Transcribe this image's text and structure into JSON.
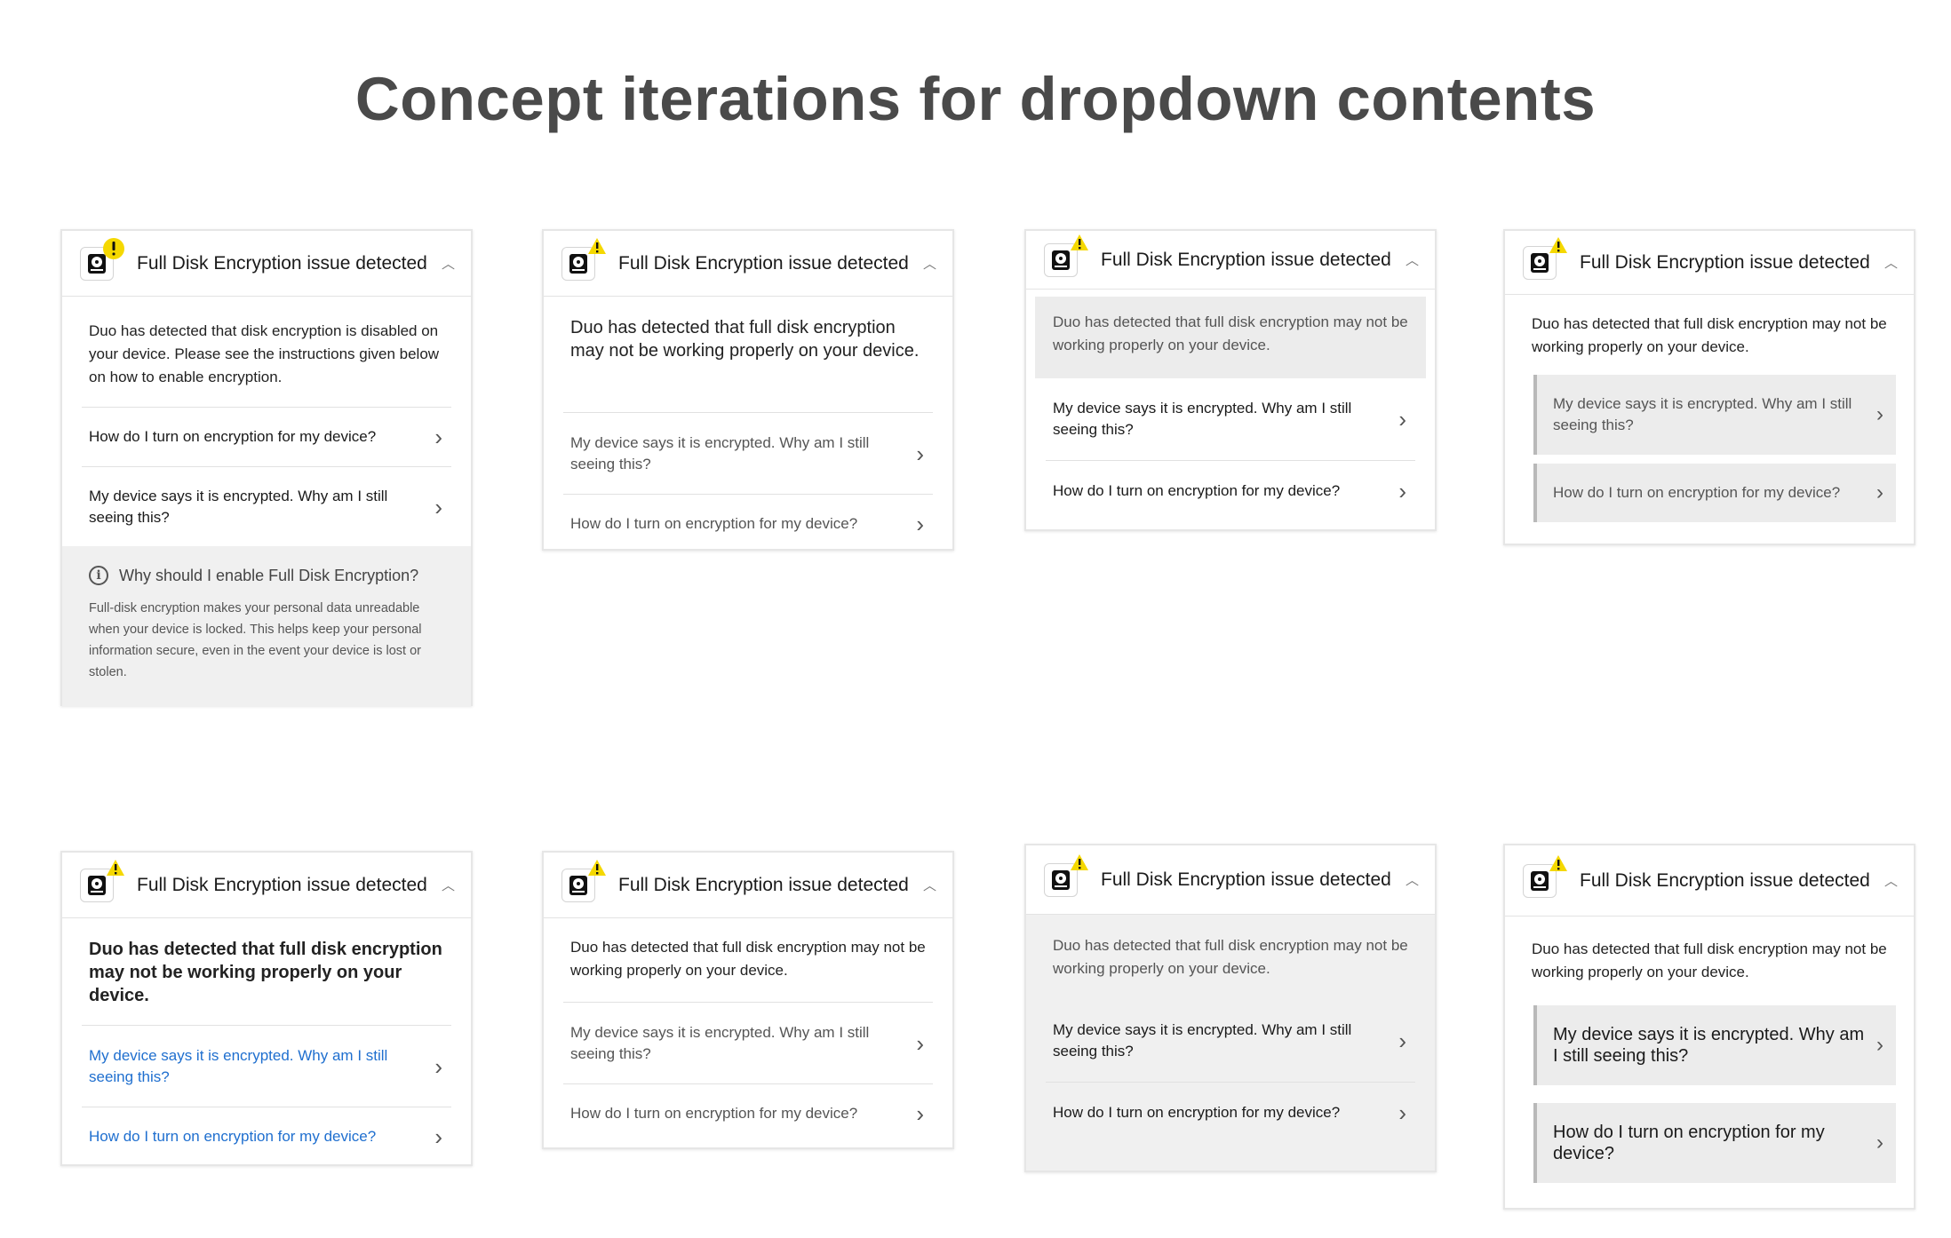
{
  "page": {
    "title": "Concept iterations for dropdown contents"
  },
  "card_header": {
    "title": "Full Disk Encryption issue detected"
  },
  "icons": {
    "header": "hard-disk-icon",
    "badge": "warning-icon",
    "expand": "chevron-up-icon",
    "row": "chevron-right-icon",
    "info": "info-icon"
  },
  "colors": {
    "warning": "#f5d800",
    "link": "#1f6fcf",
    "grey_box": "#ececec"
  },
  "cards": [
    {
      "message": "Duo has detected that disk encryption is disabled on your device. Please see the instructions given below on how to enable encryption.",
      "rows": [
        "How do I turn on encryption for my device?",
        "My device says it is encrypted. Why am I still seeing this?"
      ],
      "info_title": "Why should I enable Full Disk Encryption?",
      "info_text": "Full-disk encryption makes your personal data unreadable when your device is locked. This helps keep your personal information secure, even in the event your device is lost or stolen."
    },
    {
      "message": "Duo has detected that full disk encryption may not be working properly on your device.",
      "rows": [
        "My device says it is encrypted. Why am I still seeing this?",
        "How do I turn on encryption for my device?"
      ]
    },
    {
      "message": "Duo has detected that full disk encryption may not be working properly on your device.",
      "rows": [
        "My device says it is encrypted. Why am I still seeing this?",
        "How do I turn on encryption for my device?"
      ]
    },
    {
      "message": "Duo has detected that full disk encryption may not be working properly on your device.",
      "rows": [
        "My device says it is encrypted. Why am I still seeing this?",
        "How do I turn on encryption for my device?"
      ]
    },
    {
      "message": "Duo has detected that full disk encryption may not be working properly on your device.",
      "rows": [
        "My device says it is encrypted. Why am I still seeing this?",
        "How do I turn on encryption for my device?"
      ]
    },
    {
      "message": "Duo has detected that full disk encryption may not be working properly on your device.",
      "rows": [
        "My device says it is encrypted. Why am I still seeing this?",
        "How do I turn on encryption for my device?"
      ]
    },
    {
      "message": "Duo has detected that full disk encryption may not be working properly on your device.",
      "rows": [
        "My device says it is encrypted. Why am I still seeing this?",
        "How do I turn on encryption for my device?"
      ]
    },
    {
      "message": "Duo has detected that full disk encryption may not be working properly on your device.",
      "rows": [
        "My device says it is encrypted. Why am I still seeing this?",
        "How do I turn on encryption for my device?"
      ]
    }
  ]
}
